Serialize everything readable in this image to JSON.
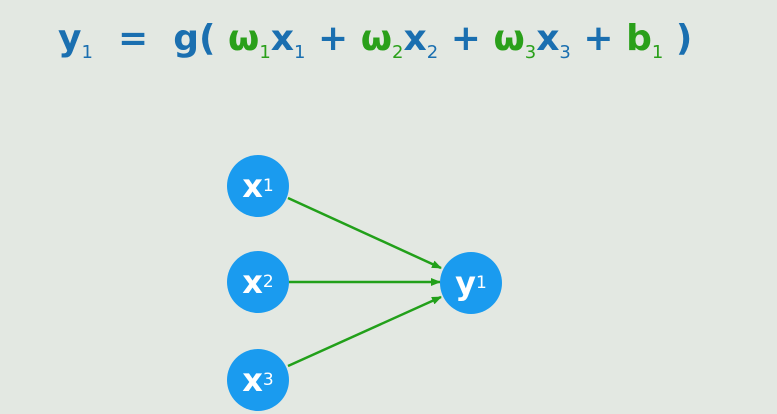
{
  "equation": {
    "output": "y",
    "output_sub": "1",
    "equals": "=",
    "func": "g(",
    "terms": [
      {
        "w": "ω",
        "w_sub": "1",
        "x": "x",
        "x_sub": "1"
      },
      {
        "w": "ω",
        "w_sub": "2",
        "x": "x",
        "x_sub": "2"
      },
      {
        "w": "ω",
        "w_sub": "3",
        "x": "x",
        "x_sub": "3"
      }
    ],
    "plus": "+",
    "bias": "b",
    "bias_sub": "1",
    "close": ")"
  },
  "nodes": {
    "inputs": [
      {
        "label": "x",
        "sub": "1"
      },
      {
        "label": "x",
        "sub": "2"
      },
      {
        "label": "x",
        "sub": "3"
      }
    ],
    "output": {
      "label": "y",
      "sub": "1"
    }
  },
  "colors": {
    "background": "#e3e8e2",
    "variable": "#1a6fb0",
    "weight": "#2aa01a",
    "node": "#1a9bef",
    "edge": "#22a01a"
  }
}
